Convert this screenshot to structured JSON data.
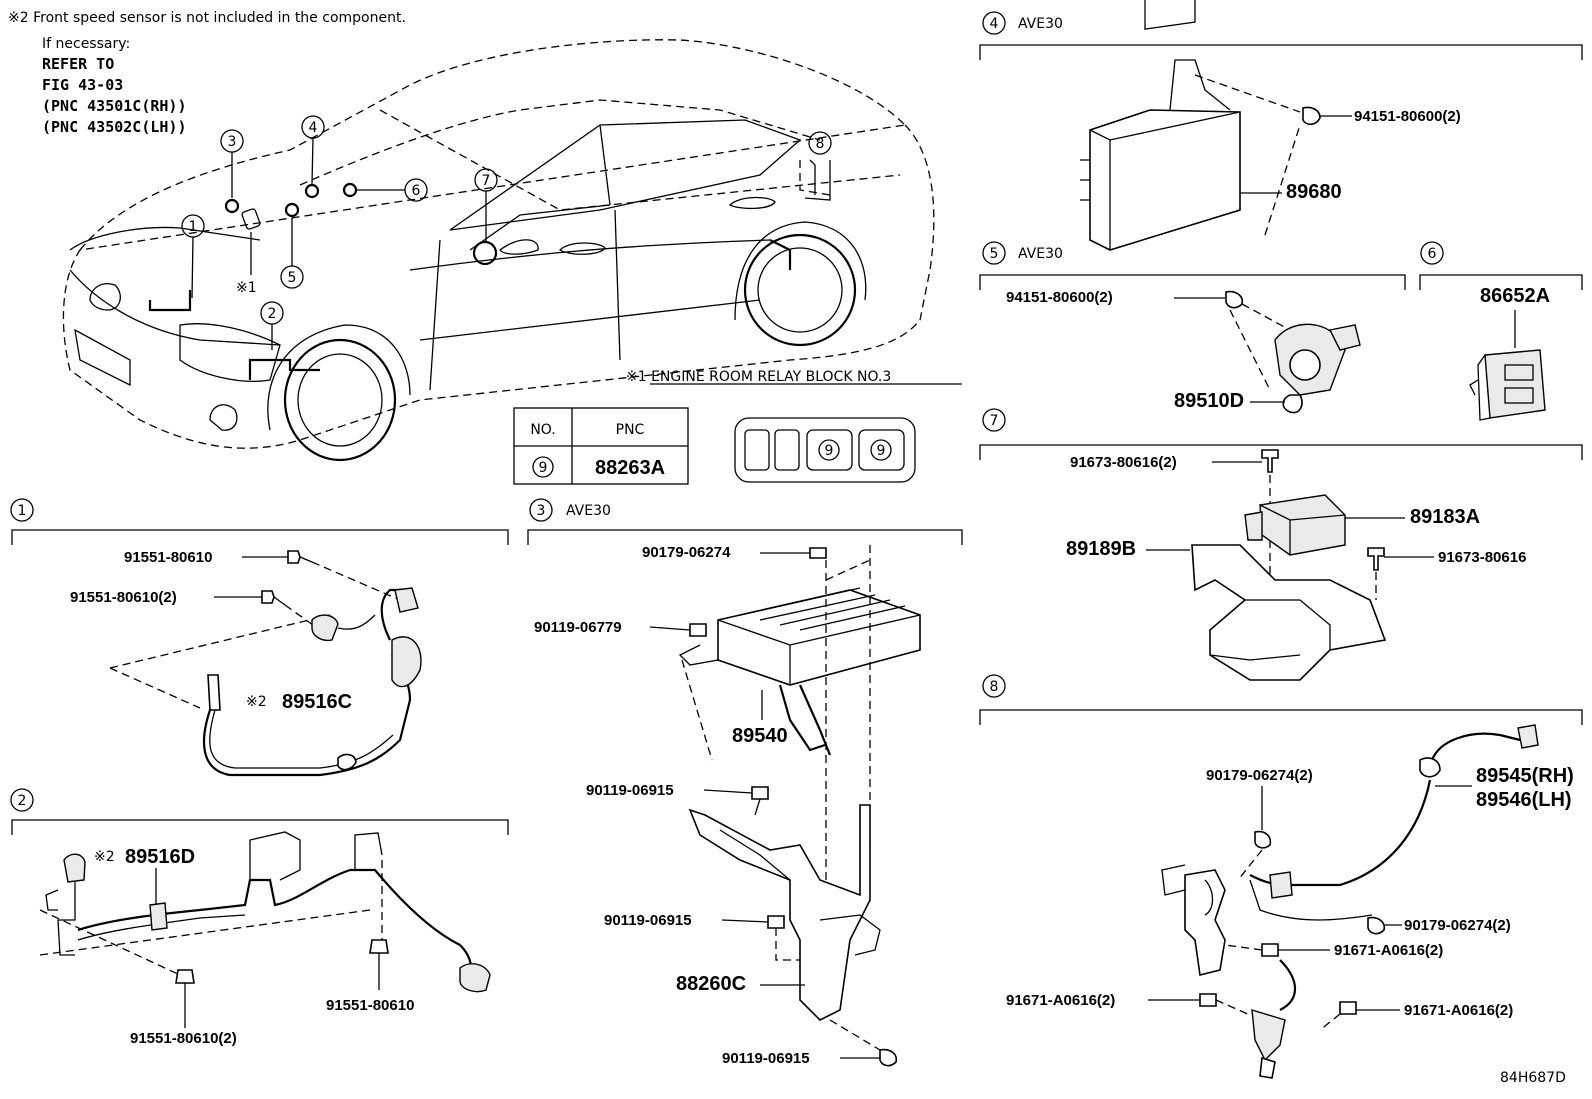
{
  "notes": {
    "note2": "※2 Front speed sensor is not included in the component.",
    "if_necessary": "If necessary:",
    "refer_lines": [
      "REFER TO",
      "FIG 43-03",
      "(PNC 43501C(RH))",
      "(PNC 43502C(LH))"
    ],
    "note1": "※1 ENGINE ROOM RELAY BLOCK NO.3",
    "mark1": "※1"
  },
  "callouts": [
    "1",
    "2",
    "3",
    "4",
    "5",
    "6",
    "7",
    "8"
  ],
  "pnc_table": {
    "header_no": "NO.",
    "header_pnc": "PNC",
    "no": "9",
    "pnc": "88263A"
  },
  "relay_block": {
    "slot_labels": [
      "9",
      "9"
    ]
  },
  "sections": {
    "s1": {
      "num": "1",
      "title": "",
      "parts": {
        "bolt_a": "91551-80610",
        "bolt_b": "91551-80610(2)",
        "sensor": "89516C",
        "sensor_mark": "※2"
      }
    },
    "s2": {
      "num": "2",
      "title": "",
      "parts": {
        "sensor": "89516D",
        "sensor_mark": "※2",
        "bolt_a": "91551-80610",
        "bolt_b": "91551-80610(2)"
      }
    },
    "s3": {
      "num": "3",
      "title": "AVE30",
      "parts": {
        "nut": "90179-06274",
        "bolt_a": "90119-06779",
        "ecu": "89540",
        "bolt_b": "90119-06915",
        "bolt_c": "90119-06915",
        "bracket": "88260C",
        "bolt_d": "90119-06915"
      }
    },
    "s4": {
      "num": "4",
      "title": "AVE30",
      "parts": {
        "clip": "94151-80600(2)",
        "ecu": "89680"
      }
    },
    "s5": {
      "num": "5",
      "title": "AVE30",
      "parts": {
        "clip": "94151-80600(2)",
        "sensor": "89510D"
      }
    },
    "s6": {
      "num": "6",
      "title": "",
      "parts": {
        "relay": "86652A"
      }
    },
    "s7": {
      "num": "7",
      "title": "",
      "parts": {
        "bolt_a": "91673-80616(2)",
        "sensor": "89183A",
        "bracket": "89189B",
        "bolt_b": "91673-80616"
      }
    },
    "s8": {
      "num": "8",
      "title": "",
      "parts": {
        "nut_a": "90179-06274(2)",
        "sensor_rh": "89545(RH)",
        "sensor_lh": "89546(LH)",
        "nut_b": "90179-06274(2)",
        "bolt_a": "91671-A0616(2)",
        "bolt_b": "91671-A0616(2)",
        "bolt_c": "91671-A0616(2)"
      }
    }
  },
  "figure_code": "84H687D"
}
